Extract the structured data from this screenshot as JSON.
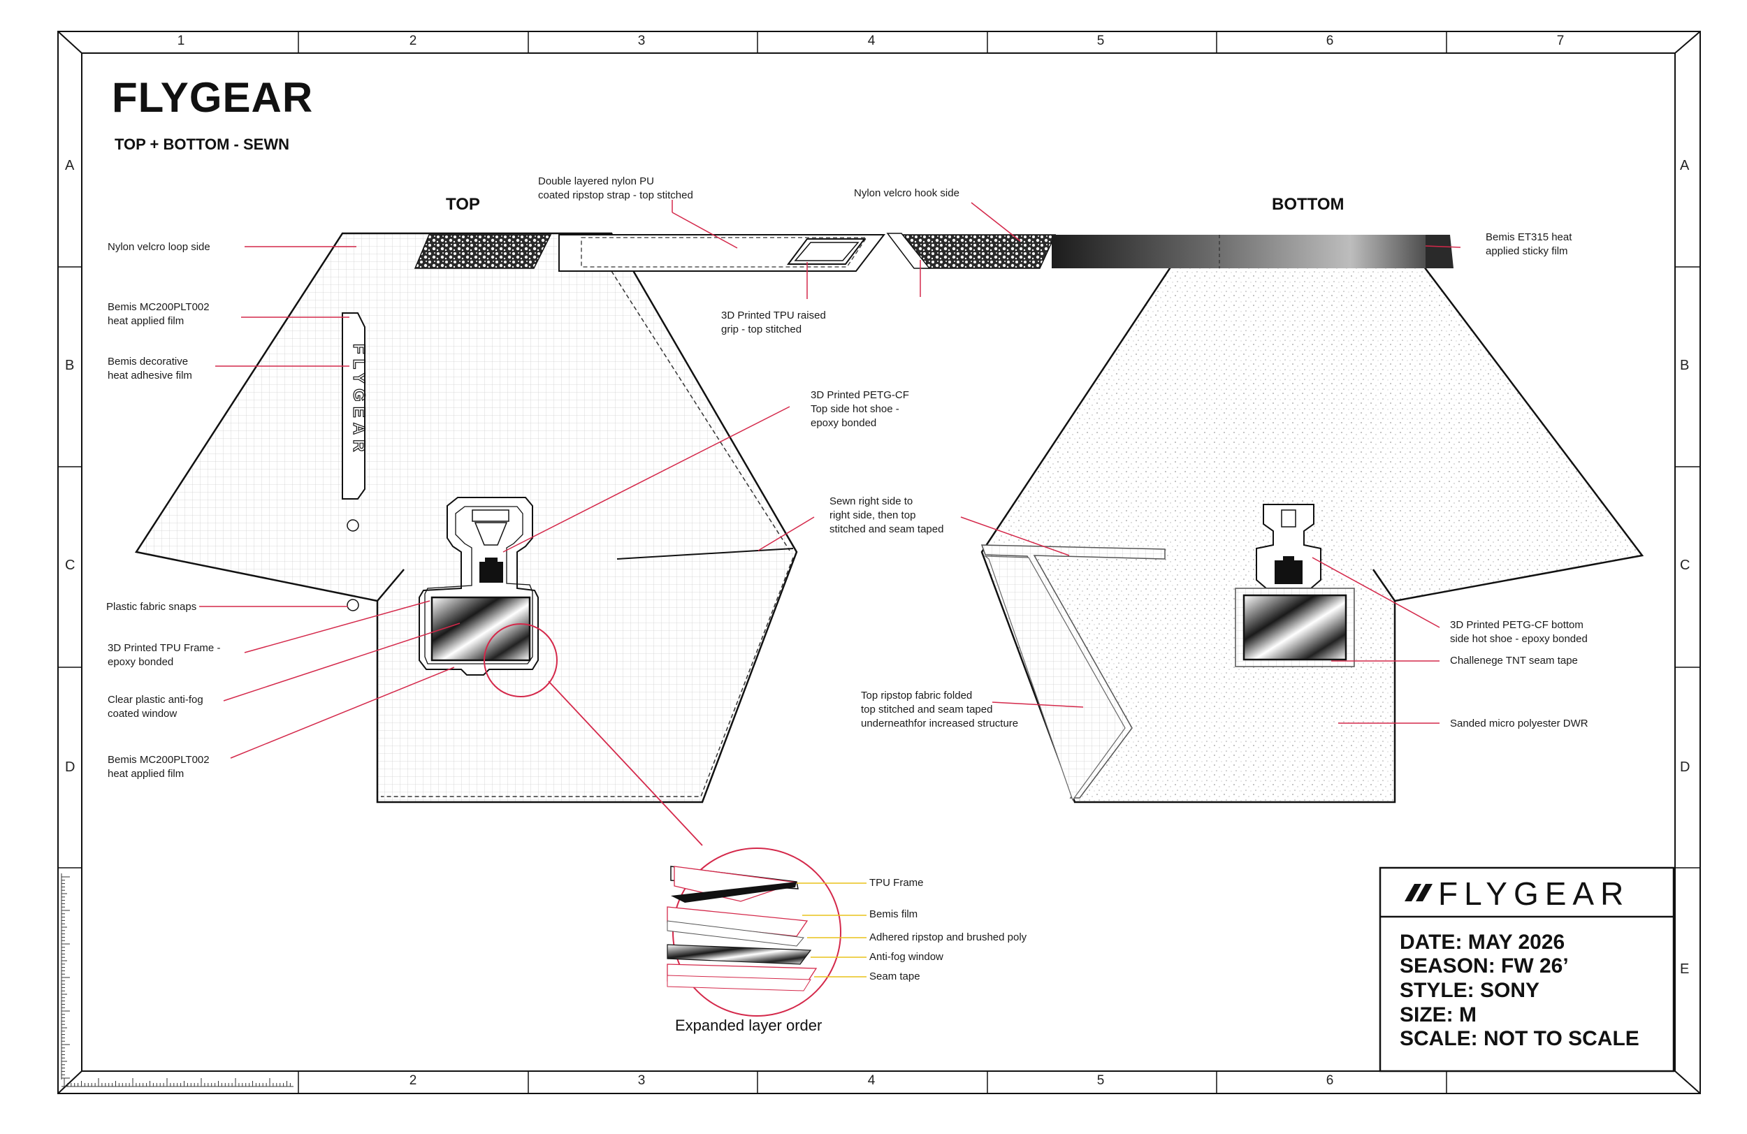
{
  "sheet": {
    "brand": "FLYGEAR",
    "subtitle": "TOP + BOTTOM - SEWN",
    "grid_columns": [
      "1",
      "2",
      "3",
      "4",
      "5",
      "6",
      "7"
    ],
    "grid_columns_bottom": [
      "2",
      "3",
      "4",
      "5",
      "6"
    ],
    "grid_rows": [
      "A",
      "B",
      "C",
      "D",
      "E"
    ]
  },
  "views": {
    "top": "TOP",
    "bottom": "BOTTOM",
    "film_logo_text": "FLYGEAR"
  },
  "callouts": {
    "velcro_loop": "Nylon velcro loop side",
    "mc200_upper": "Bemis MC200PLT002\nheat applied film",
    "decorative": "Bemis decorative\nheat adhesive film",
    "snaps": "Plastic fabric snaps",
    "tpu_frame": "3D Printed TPU Frame -\nepoxy bonded",
    "window": "Clear plastic anti-fog\ncoated window",
    "mc200_lower": "Bemis MC200PLT002\nheat applied film",
    "strap": "Double layered nylon PU\ncoated ripstop strap - top stitched",
    "grip": "3D Printed TPU raised\ngrip - top stitched",
    "velcro_hook": "Nylon velcro hook side",
    "petg_top": "3D Printed PETG-CF\nTop side hot shoe -\nepoxy bonded",
    "sewn": "Sewn right side to\nright side, then top\nstitched and seam taped",
    "ripstop_folded": "Top ripstop fabric folded\ntop stitched and seam taped\nunderneathfor increased structure",
    "et315": "Bemis ET315 heat\napplied sticky film",
    "petg_bottom": "3D Printed PETG-CF bottom\nside hot shoe - epoxy bonded",
    "tnt": "Challenege TNT seam tape",
    "dwr": "Sanded micro polyester DWR"
  },
  "layers": {
    "caption": "Expanded layer order",
    "items": [
      "TPU Frame",
      "Bemis film",
      "Adhered ripstop and brushed poly",
      "Anti-fog window",
      "Seam tape"
    ]
  },
  "title_block": {
    "logo": "FLYGEAR",
    "date": "DATE: MAY 2026",
    "season": "SEASON: FW 26’",
    "style": "STYLE: SONY",
    "size": "SIZE: M",
    "scale": "SCALE: NOT TO SCALE"
  },
  "colors": {
    "leader": "#d4284a",
    "layer_leader": "#e8c21a",
    "line": "#111111"
  }
}
